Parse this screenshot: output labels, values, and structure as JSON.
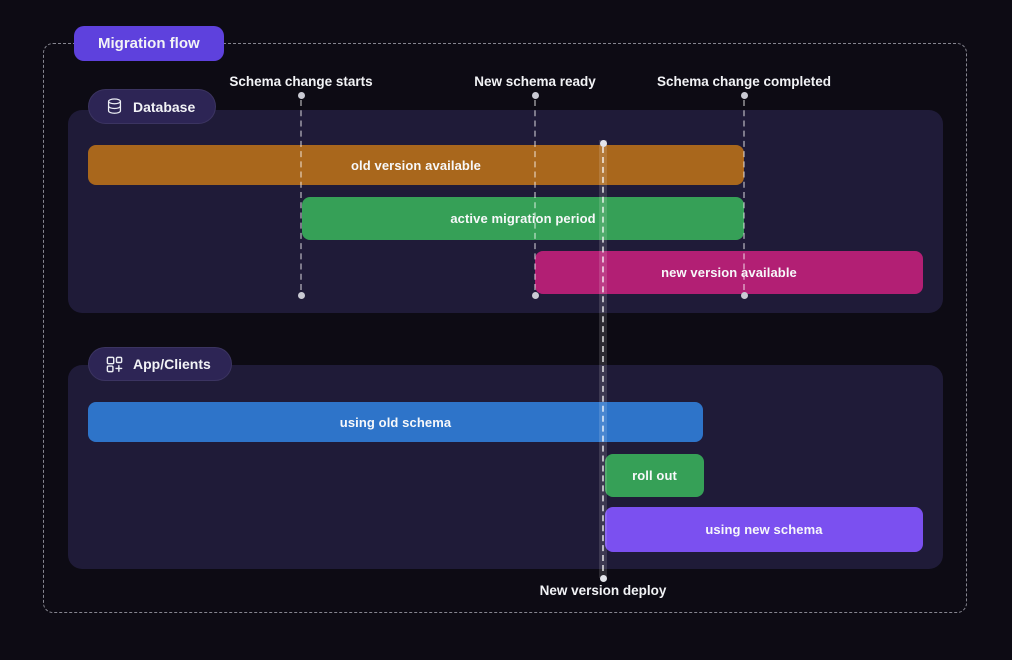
{
  "header": {
    "title": "Migration flow"
  },
  "timeline": {
    "markers": [
      {
        "label": "Schema change starts"
      },
      {
        "label": "New schema ready"
      },
      {
        "label": "Schema change completed"
      }
    ],
    "deploy": {
      "label": "New version deploy"
    }
  },
  "sections": {
    "database": {
      "label": "Database",
      "icon": "database-icon",
      "bars": [
        {
          "label": "old version available",
          "color": "#a9671c"
        },
        {
          "label": "active migration period",
          "color": "#36a057"
        },
        {
          "label": "new version available",
          "color": "#b21f74"
        }
      ]
    },
    "app_clients": {
      "label": "App/Clients",
      "icon": "apps-icon",
      "bars": [
        {
          "label": "using old schema",
          "color": "#2e74c9"
        },
        {
          "label": "roll out",
          "color": "#36a057"
        },
        {
          "label": "using new schema",
          "color": "#7b50f0"
        }
      ]
    }
  },
  "colors": {
    "badge_accent": "#5e41dd",
    "panel_bg": "#1f1b38",
    "pill_bg": "#2d2555",
    "page_bg": "#0d0b14"
  }
}
